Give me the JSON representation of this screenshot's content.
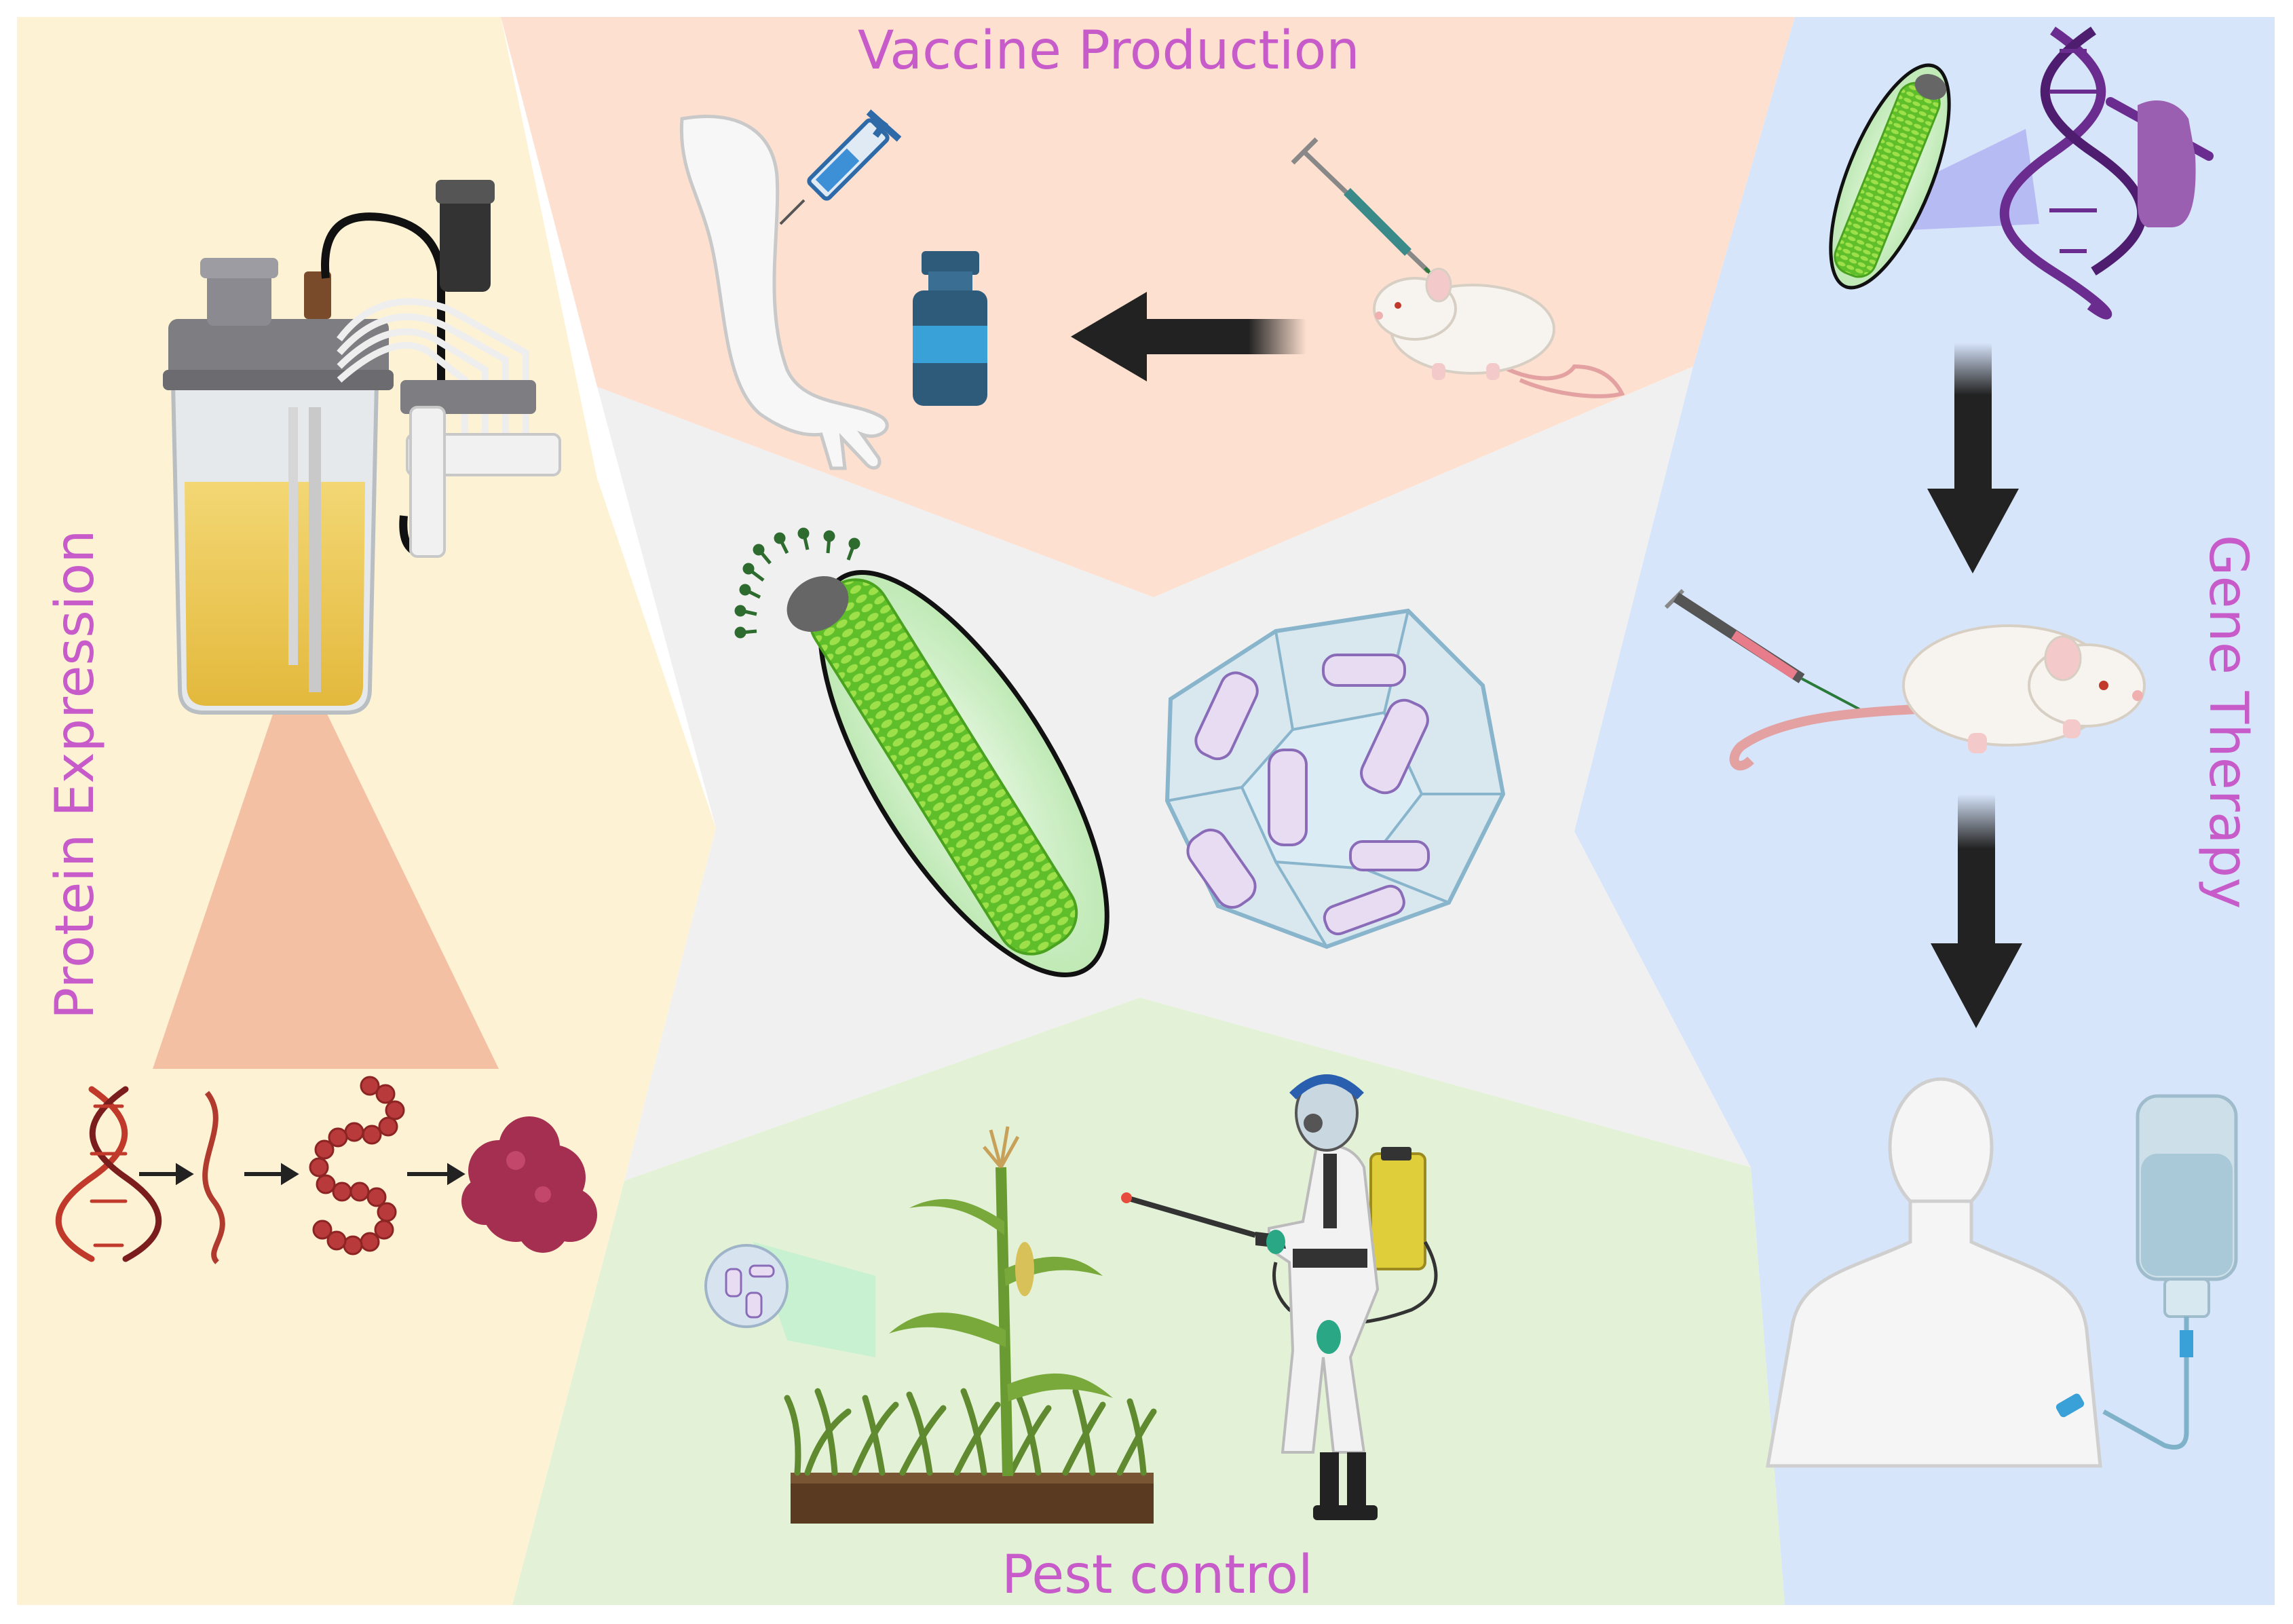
{
  "labels": {
    "vaccine": "Vaccine Production",
    "pest": "Pest control",
    "protein": "Protein Expression",
    "gene": "Gene Therapy"
  },
  "colors": {
    "protein_bg": "#fdf3d4",
    "vaccine_bg": "#fde0cf",
    "center_bg": "#f0f0f0",
    "gene_bg": "#d7e5fb",
    "pest_bg": "#e3f2d6",
    "label_text": "#c75bc9",
    "arrow": "#222222"
  },
  "icons": [
    "bioreactor-icon",
    "dna-icon",
    "mrna-icon",
    "polypeptide-icon",
    "protein-icon",
    "arm-icon",
    "syringe-icon",
    "vial-icon",
    "mouse-icon",
    "arrow-left-icon",
    "virus-rod-icon",
    "polyhedron-icon",
    "hand-pen-icon",
    "arrow-down-icon",
    "human-icon",
    "iv-bag-icon",
    "corn-plant-icon",
    "grass-icon",
    "sprayer-person-icon"
  ]
}
